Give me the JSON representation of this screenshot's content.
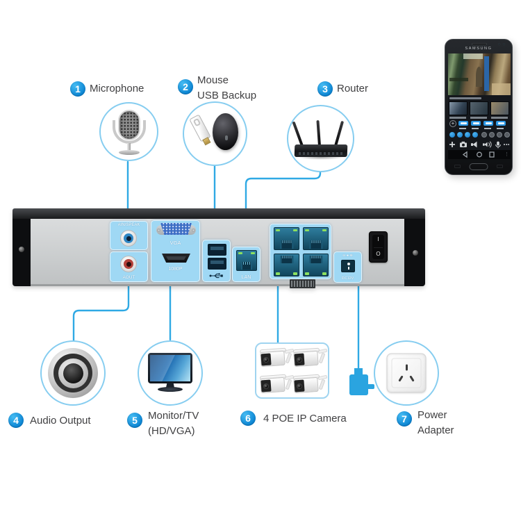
{
  "colors": {
    "accent": "#2aa9e2",
    "connector_line": "#2fa9e4",
    "badge_blue": "#0f8ed9",
    "port_highlight": "#9fd8f4"
  },
  "top_items": [
    {
      "num": "1",
      "label": "Microphone"
    },
    {
      "num": "2",
      "label": "Mouse",
      "label2": "USB Backup"
    },
    {
      "num": "3",
      "label": "Router"
    }
  ],
  "bottom_items": [
    {
      "num": "4",
      "label": "Audio Output"
    },
    {
      "num": "5",
      "label": "Monitor/TV",
      "label2": "(HD/VGA)"
    },
    {
      "num": "6",
      "label": "4 POE IP Camera"
    },
    {
      "num": "7",
      "label": "Power",
      "label2": "Adapter"
    }
  ],
  "nvr": {
    "ports": {
      "ain": "AIN/SPEAK",
      "aout": "AOUT",
      "vga": "VGA",
      "hdmi": "1080P",
      "lan": "LAN",
      "dc": "DC12V",
      "dc_polarity": "⊖-●-⊕"
    },
    "power_switch": {
      "on": "I",
      "off": "O"
    }
  },
  "phone": {
    "brand": "SAMSUNG",
    "glyphs": {
      "add": "+",
      "more_vertical": "⋮"
    }
  }
}
